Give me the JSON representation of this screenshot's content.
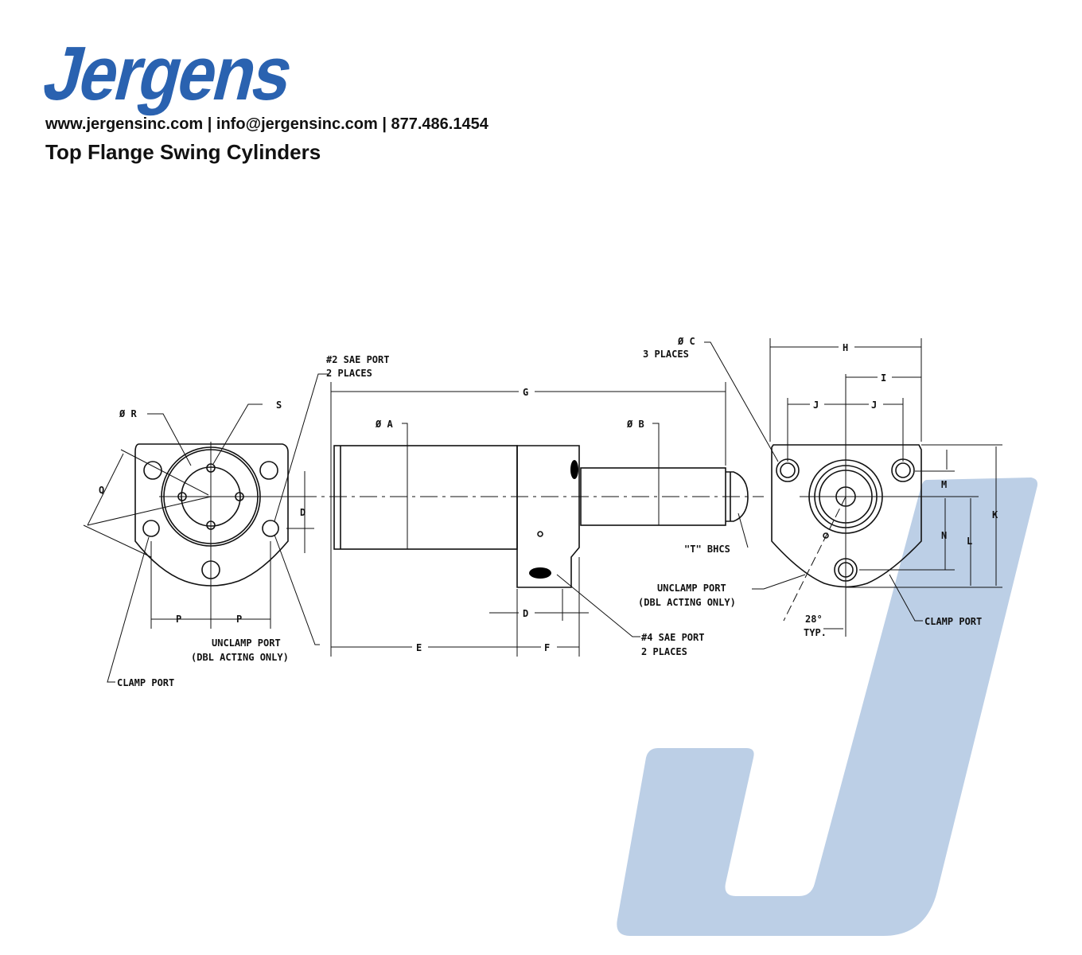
{
  "brand": {
    "logo_text": "Jergens",
    "color": "#2a62b0",
    "watermark_color": "#bccfe6"
  },
  "header": {
    "contact": "www.jergensinc.com | info@jergensinc.com | 877.486.1454",
    "title": "Top Flange Swing Cylinders"
  },
  "labels": {
    "dia_r": "Ø R",
    "s": "S",
    "q": "Q",
    "d": "D",
    "p1": "P",
    "p2": "P",
    "sae2_l1": "#2 SAE PORT",
    "sae2_l2": "2 PLACES",
    "unclamp_l1": "UNCLAMP PORT",
    "unclamp_l2": "(DBL ACTING ONLY)",
    "clamp": "CLAMP PORT",
    "g": "G",
    "dia_a": "Ø A",
    "dia_b": "Ø B",
    "e": "E",
    "f": "F",
    "d2": "D",
    "t_bhcs": "\"T\" BHCS",
    "unclamp2_l1": "UNCLAMP PORT",
    "unclamp2_l2": "(DBL ACTING ONLY)",
    "sae4_l1": "#4 SAE PORT",
    "sae4_l2": "2 PLACES",
    "dia_c": "Ø C",
    "c_places": "3 PLACES",
    "h": "H",
    "i": "I",
    "j1": "J",
    "j2": "J",
    "k": "K",
    "l": "L",
    "m": "M",
    "n": "N",
    "angle": "28°",
    "typ": "TYP.",
    "clamp2": "CLAMP PORT"
  }
}
